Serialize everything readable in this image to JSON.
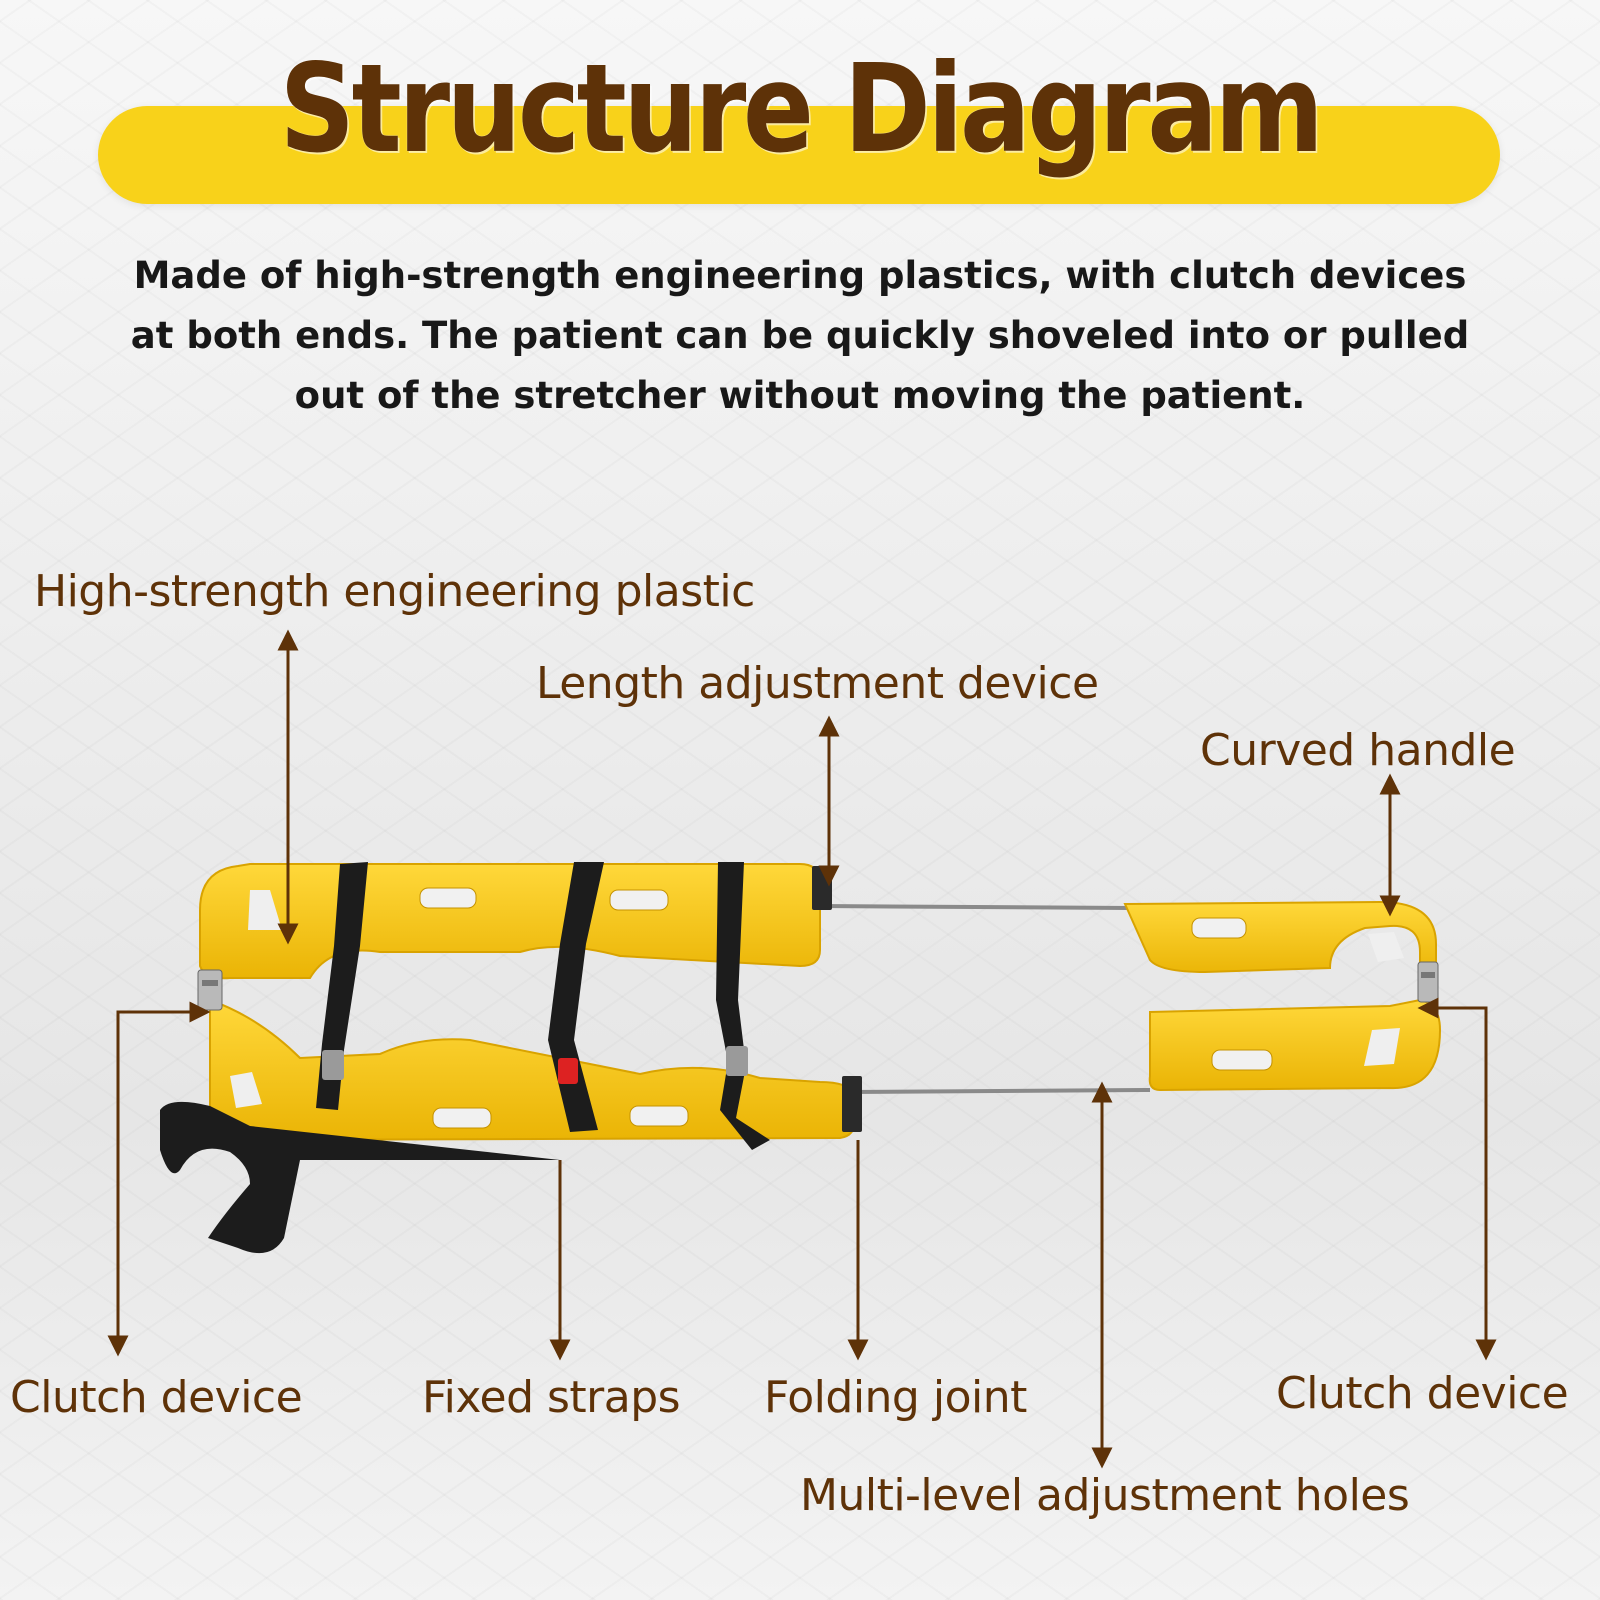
{
  "title": "Structure Diagram",
  "description": "Made of high-strength engineering plastics, with clutch devices at both ends. The patient can be quickly shoveled into or pulled out of the stretcher without moving the patient.",
  "labels": {
    "high_strength_plastic": "High-strength engineering plastic",
    "length_adjustment": "Length adjustment device",
    "curved_handle": "Curved handle",
    "clutch_left": "Clutch device",
    "fixed_straps": "Fixed straps",
    "folding_joint": "Folding joint",
    "clutch_right": "Clutch device",
    "adjustment_holes": "Multi-level adjustment holes"
  },
  "colors": {
    "accent_band": "#f8d21a",
    "title_text": "#5e3208",
    "label_text": "#5e3208",
    "stretcher_yellow": "#f5c30f",
    "strap_black": "#1c1c1c"
  }
}
